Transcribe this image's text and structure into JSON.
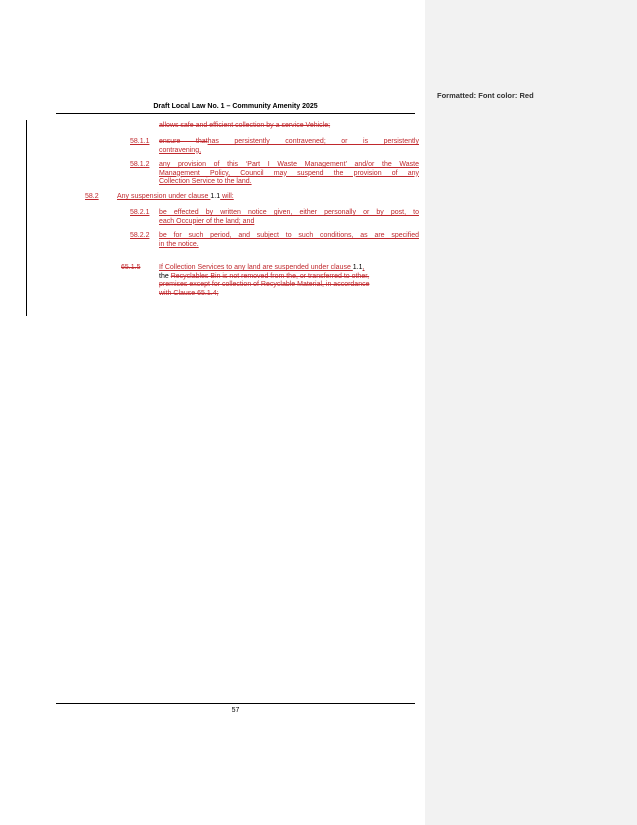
{
  "document": {
    "header_title": "Draft Local Law No. 1 – Community Amenity 2025",
    "page_number": "57"
  },
  "comment_pane": {
    "label": "Formatted: Font color: Red"
  },
  "body": {
    "line_1": "allows safe and efficient collection by a service Vehicle;",
    "c5811_num": "58.1.1",
    "c5811_del": "ensure that",
    "c5811_ins_a": "has persistently contravened; or is persistently",
    "c5811_ins_b": "contravening,",
    "c5812_num": "58.1.2",
    "c5812_l1": "any provision of this ‘Part I Waste Management’ and/or the Waste",
    "c5812_l2": "Management Policy, Council may suspend the provision of any",
    "c5812_l3": "Collection Service to the land.",
    "c582_num": "58.2",
    "c582_text_a": "Any suspension under clause ",
    "c582_ref": "1.1",
    "c582_text_b": " will:",
    "c5821_num": "58.2.1",
    "c5821_l1": "be effected by written notice given, either personally or by post, to",
    "c5821_l2": "each Occupier of the land; and",
    "c5822_num": "58.2.2",
    "c5822_l1": "be for such period, and subject to such conditions, as are specified",
    "c5822_l2": "in the notice.",
    "c6515_num": "65.1.5",
    "c6515_l1a": "If Collection Services to any land are suspended under clause ",
    "c6515_ref": "1.1",
    "c6515_l1b": ",",
    "c6515_l2a": "the ",
    "c6515_l2b": "Recyclables Bin is not removed from the, or transferred to other,",
    "c6515_l3": "premises except for collection of Recyclable Material, in accordance",
    "c6515_l4": "with Clause 65.1.4;"
  }
}
